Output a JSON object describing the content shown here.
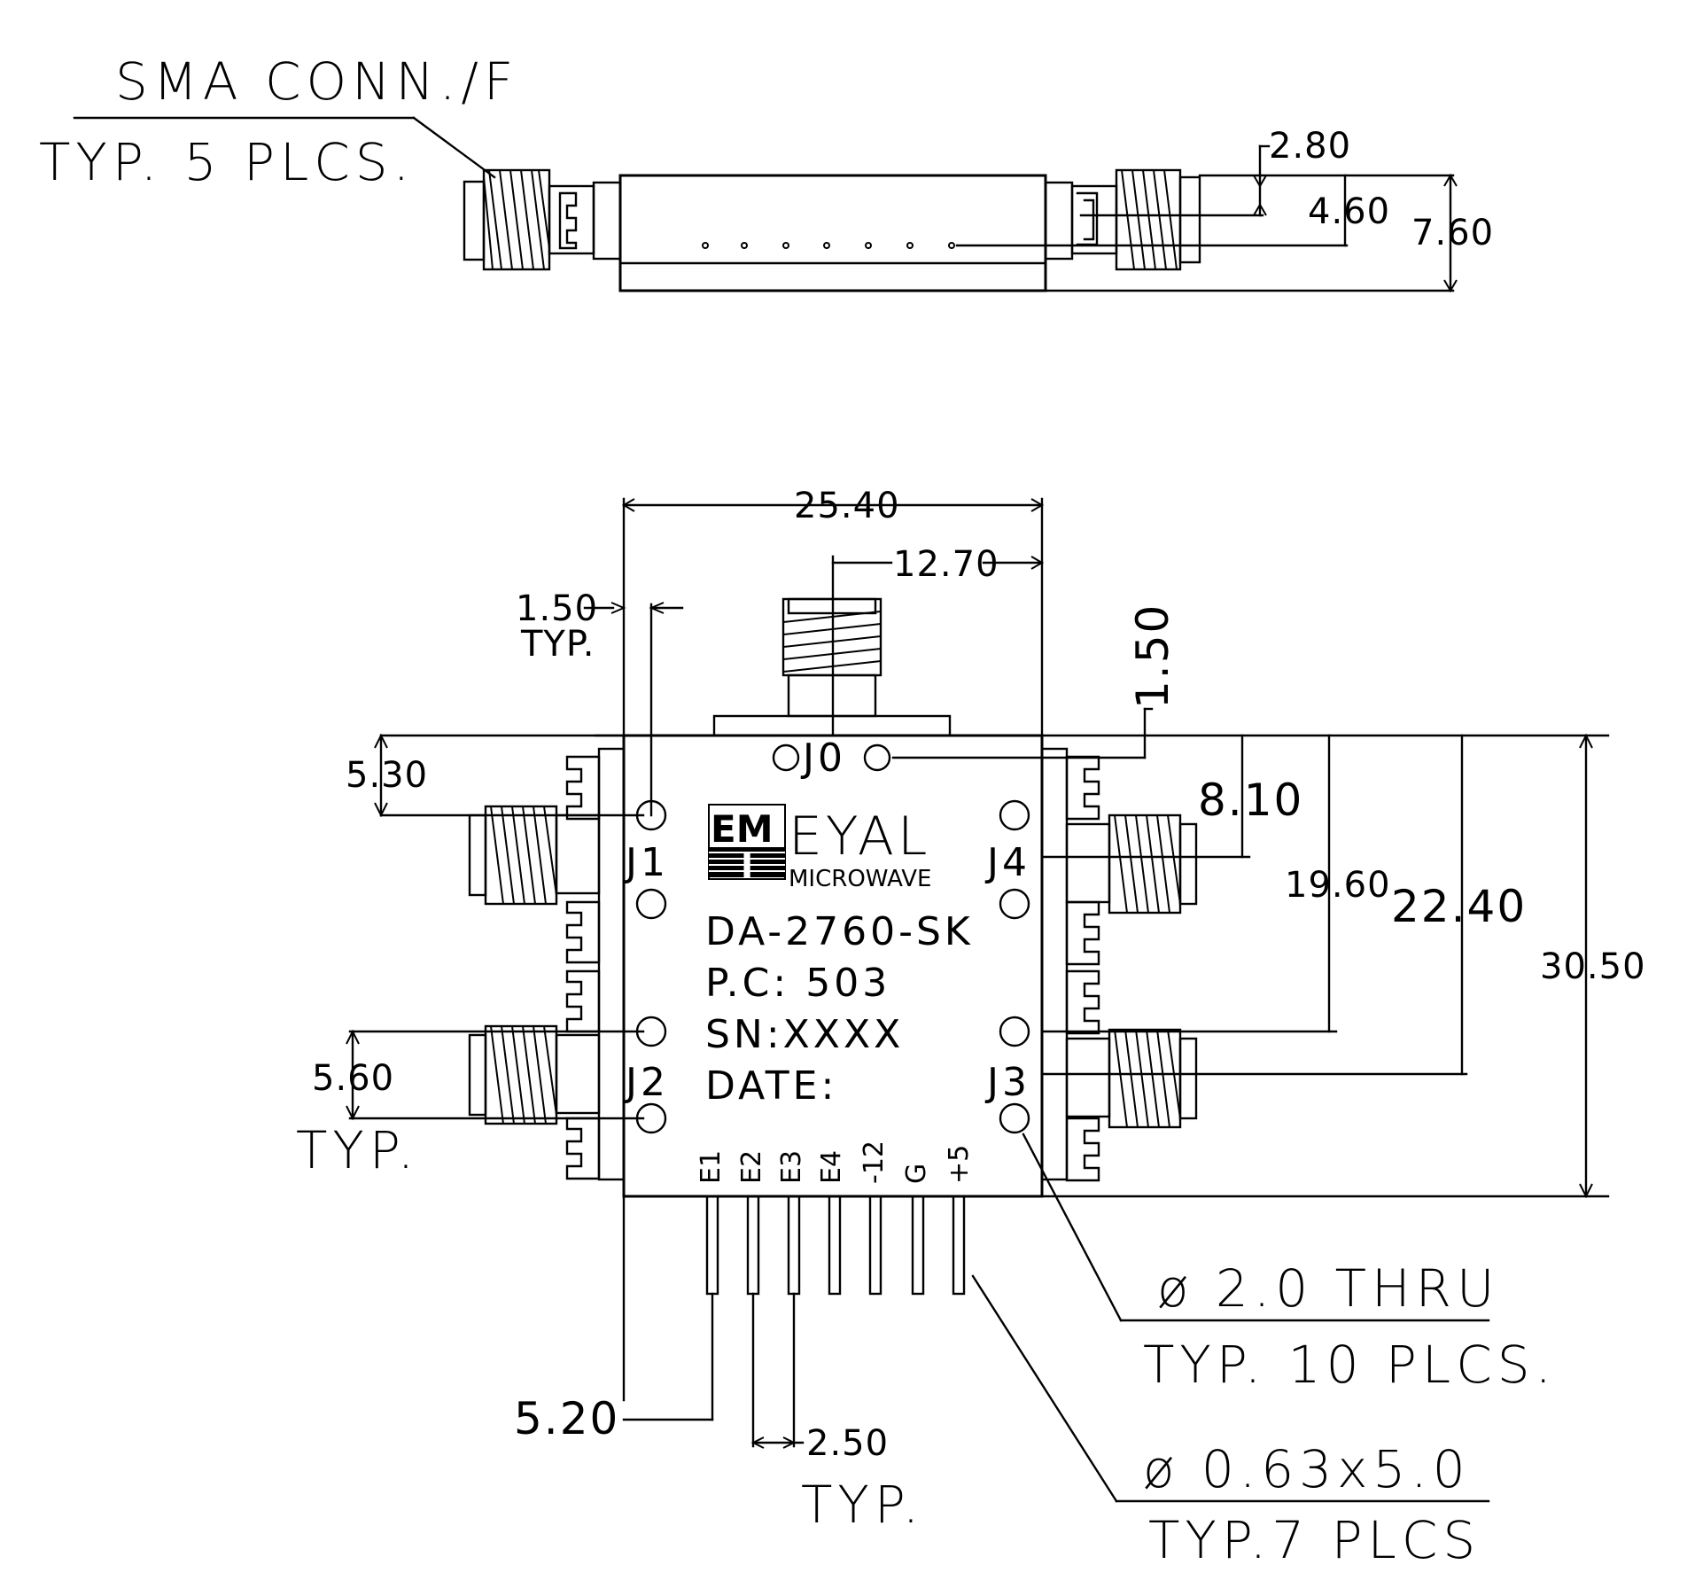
{
  "notes": {
    "sma_line1": "SMA CONN./F",
    "sma_line2": "TYP. 5 PLCS.",
    "thru_line1": "ø 2.0 THRU",
    "thru_line2": "TYP. 10 PLCS.",
    "pin_line1": "ø 0.63x5.0",
    "pin_line2": "TYP.7 PLCS"
  },
  "dims": {
    "d_2_80": "2.80",
    "d_4_60": "4.60",
    "d_7_60": "7.60",
    "d_25_40": "25.40",
    "d_12_70": "12.70",
    "d_1_50_typ": "1.50",
    "typ_small": "TYP.",
    "d_1_50_top": "1.50",
    "d_5_30": "5.30",
    "d_8_10": "8.10",
    "d_19_60": "19.60",
    "d_22_40": "22.40",
    "d_30_50": "30.50",
    "d_5_60": "5.60",
    "typ_left": "TYP.",
    "d_5_20": "5.20",
    "d_2_50": "2.50",
    "typ_bottom": "TYP."
  },
  "ports": {
    "j0": "J0",
    "j1": "J1",
    "j2": "J2",
    "j3": "J3",
    "j4": "J4"
  },
  "label": {
    "logo_em": "EM",
    "logo_i": "I",
    "brand": "EYAL",
    "brand_sub": "MICROWAVE",
    "model": "DA-2760-SK",
    "pc": "P.C: 503",
    "sn": "SN:XXXX",
    "date": "DATE:"
  },
  "pins": [
    "E1",
    "E2",
    "E3",
    "E4",
    "-12",
    "G",
    "+5"
  ]
}
